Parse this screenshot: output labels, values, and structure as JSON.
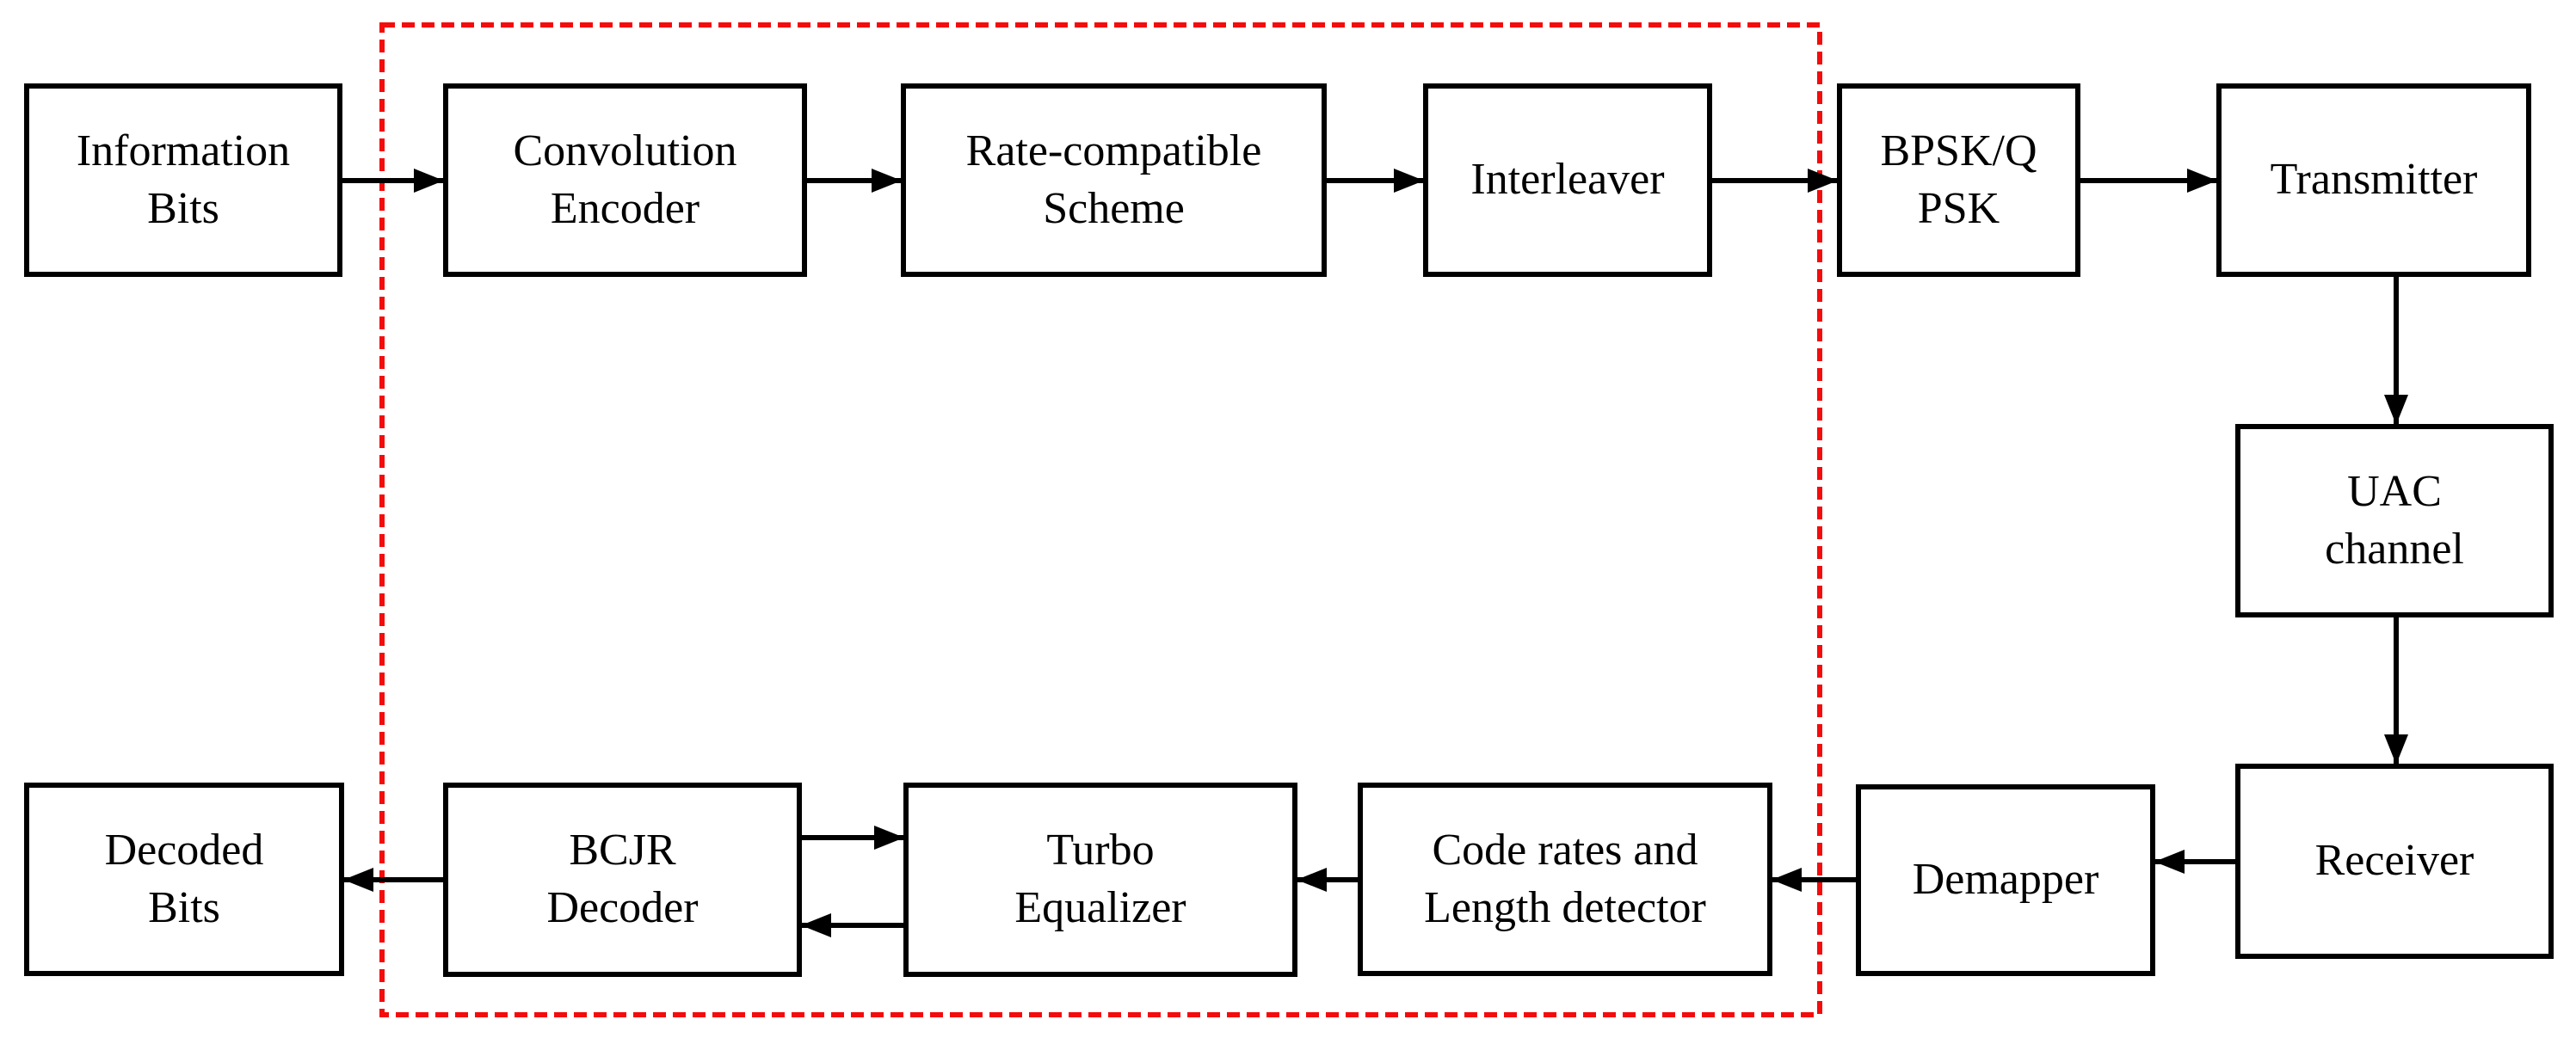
{
  "colors": {
    "boundary_red": "#f40b0b",
    "line_black": "#000000"
  },
  "blocks": {
    "information_bits": {
      "label": "Information\nBits"
    },
    "convolution_encoder": {
      "label": "Convolution\nEncoder"
    },
    "rate_compatible_scheme": {
      "label": "Rate-compatible\nScheme"
    },
    "interleaver": {
      "label": "Interleaver"
    },
    "bpsk_qpsk": {
      "label": "BPSK/Q\nPSK"
    },
    "transmitter": {
      "label": "Transmitter"
    },
    "uac_channel": {
      "label": "UAC\nchannel"
    },
    "receiver": {
      "label": "Receiver"
    },
    "demapper": {
      "label": "Demapper"
    },
    "code_rates_length_detector": {
      "label": "Code rates and\nLength detector"
    },
    "turbo_equalizer": {
      "label": "Turbo\nEqualizer"
    },
    "bcjr_decoder": {
      "label": "BCJR\nDecoder"
    },
    "decoded_bits": {
      "label": "Decoded\nBits"
    }
  }
}
